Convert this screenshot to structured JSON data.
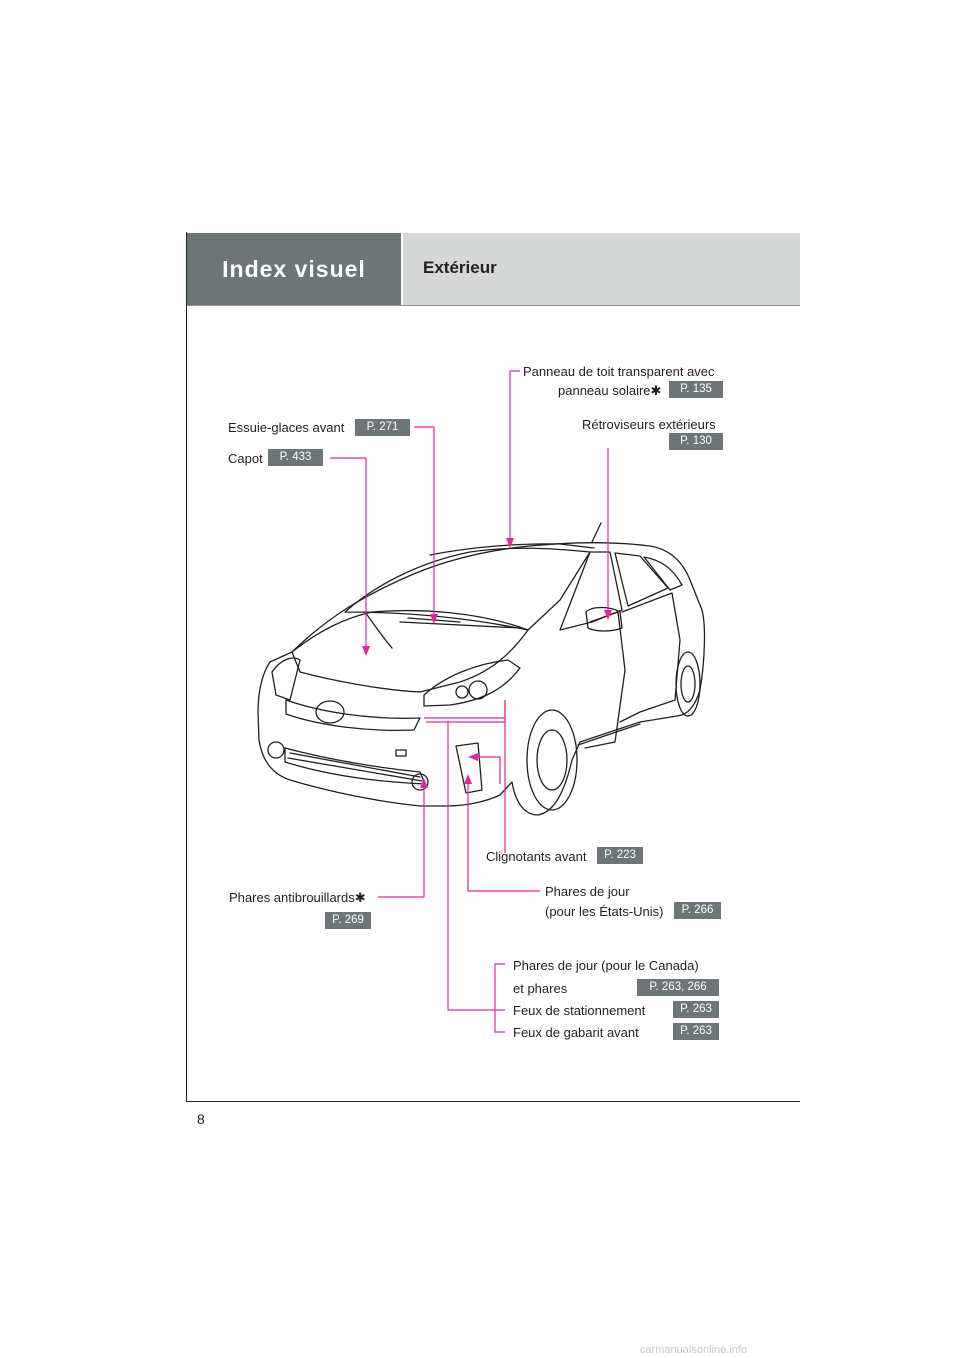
{
  "header": {
    "section": "Index visuel",
    "title": "Extérieur"
  },
  "page_number": "8",
  "watermark": "carmanualsonline.info",
  "colors": {
    "header_dark": "#6d7577",
    "header_light": "#d6d8d8",
    "callout": "#e8259a"
  },
  "callouts": {
    "panneau": {
      "label_1": "Panneau de toit transparent avec",
      "label_2": "panneau solaire",
      "mark": "✱",
      "ref": "P. 135"
    },
    "retro": {
      "label": "Rétroviseurs extérieurs",
      "ref": "P. 130"
    },
    "essuie": {
      "label": "Essuie-glaces avant",
      "ref": "P. 271"
    },
    "capot": {
      "label": "Capot",
      "ref": "P. 433"
    },
    "clignotants": {
      "label": "Clignotants avant",
      "ref": "P. 223"
    },
    "antibrouillard": {
      "label": "Phares antibrouillards",
      "mark": "✱",
      "ref": "P. 269"
    },
    "phares_jour_us": {
      "label_1": "Phares de jour",
      "label_2": "(pour les États-Unis)",
      "ref": "P. 266"
    },
    "canada": {
      "label_1": "Phares de jour (pour le Canada)",
      "label_2": "et phares",
      "ref": "P. 263, 266"
    },
    "stationnement": {
      "label": "Feux de stationnement",
      "ref": "P. 263"
    },
    "gabarit": {
      "label": "Feux de gabarit avant",
      "ref": "P. 263"
    }
  }
}
